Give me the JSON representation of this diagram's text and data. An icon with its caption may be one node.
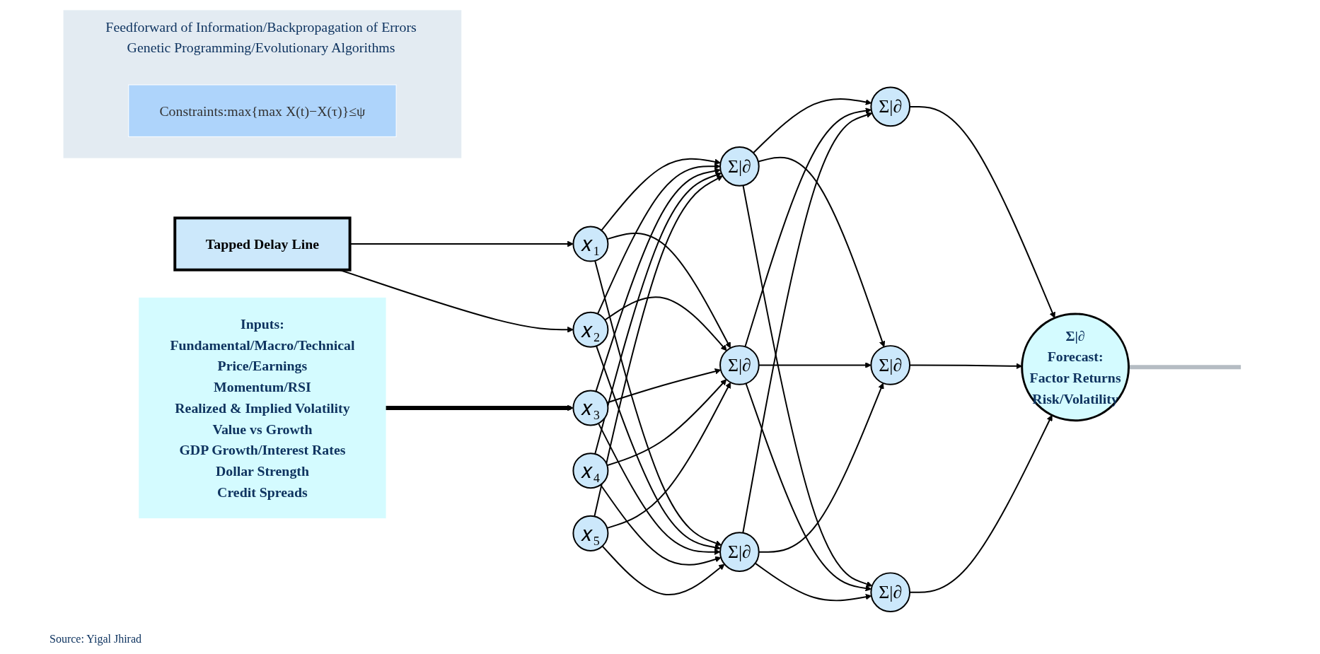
{
  "diagram": {
    "caption": "Source: Yigal Jhirad",
    "nodes": [
      {
        "text": [
          "Inputs:",
          "Fundamental/Macro/Technical",
          "Price/Earnings",
          "Momentum/RSI",
          "Realized & Implied  Volatility",
          "Value vs Growth",
          "GDP Growth/Interest Rates",
          "Dollar Strength",
          "Credit Spreads"
        ]
      },
      {
        "text": [
          "Tapped Delay Line"
        ]
      },
      {
        "text": [
          "𝑥₁"
        ]
      },
      {
        "text": [
          "𝑥₂"
        ]
      },
      {
        "text": [
          "𝑥₃"
        ]
      },
      {
        "text": [
          "𝑥₄"
        ]
      },
      {
        "text": [
          "𝑥₅"
        ]
      },
      {
        "text": [
          "Σ|∂"
        ]
      },
      {
        "text": [
          "Σ|∂"
        ]
      },
      {
        "text": [
          "Σ|∂"
        ]
      },
      {
        "text": [
          "Σ|∂"
        ]
      },
      {
        "text": [
          "Σ|∂"
        ]
      },
      {
        "text": [
          "Σ|∂"
        ]
      },
      {
        "text": [
          "Σ|∂",
          "Forecast:",
          "Factor Returns",
          "Risk/Volatility"
        ]
      },
      {
        "text": [
          "Feedforward of Information/Backpropagation of Errors",
          "Genetic Programming/Evolutionary Algorithms"
        ]
      },
      {
        "text": [
          "Constraints:max{max X(t)−X(τ)}≤ψ"
        ],
        "in": 14
      }
    ],
    "edges": [
      {
        "from": 0,
        "to": 4,
        "arrow": "to",
        "style": "thick"
      },
      {
        "from": 1,
        "to": 2,
        "arrow": "to"
      },
      {
        "from": 1,
        "to": 3,
        "arrow": "to"
      },
      {
        "from": 2,
        "to": 7,
        "arrow": "to"
      },
      {
        "from": 2,
        "to": 8,
        "arrow": "to"
      },
      {
        "from": 2,
        "to": 9,
        "arrow": "to"
      },
      {
        "from": 3,
        "to": 7,
        "arrow": "to"
      },
      {
        "from": 3,
        "to": 8,
        "arrow": "to"
      },
      {
        "from": 3,
        "to": 9,
        "arrow": "to"
      },
      {
        "from": 4,
        "to": 7,
        "arrow": "to"
      },
      {
        "from": 4,
        "to": 8,
        "arrow": "to"
      },
      {
        "from": 4,
        "to": 9,
        "arrow": "to"
      },
      {
        "from": 5,
        "to": 7,
        "arrow": "to"
      },
      {
        "from": 5,
        "to": 8,
        "arrow": "to"
      },
      {
        "from": 5,
        "to": 9,
        "arrow": "to"
      },
      {
        "from": 6,
        "to": 7,
        "arrow": "to"
      },
      {
        "from": 6,
        "to": 8,
        "arrow": "to"
      },
      {
        "from": 6,
        "to": 9,
        "arrow": "to"
      },
      {
        "from": 7,
        "to": 10,
        "arrow": "to"
      },
      {
        "from": 7,
        "to": 11,
        "arrow": "to"
      },
      {
        "from": 7,
        "to": 12,
        "arrow": "to"
      },
      {
        "from": 8,
        "to": 10,
        "arrow": "to"
      },
      {
        "from": 8,
        "to": 11,
        "arrow": "to"
      },
      {
        "from": 8,
        "to": 12,
        "arrow": "to"
      },
      {
        "from": 9,
        "to": 10,
        "arrow": "to"
      },
      {
        "from": 9,
        "to": 11,
        "arrow": "to"
      },
      {
        "from": 9,
        "to": 12,
        "arrow": "to"
      },
      {
        "from": 10,
        "to": 13,
        "arrow": "to"
      },
      {
        "from": 11,
        "to": 13,
        "arrow": "to"
      },
      {
        "from": 12,
        "to": 13,
        "arrow": "to"
      },
      {
        "from": 13,
        "to": null,
        "arrow": "none",
        "style": "thick",
        "color": "#b5bcc3"
      }
    ]
  }
}
